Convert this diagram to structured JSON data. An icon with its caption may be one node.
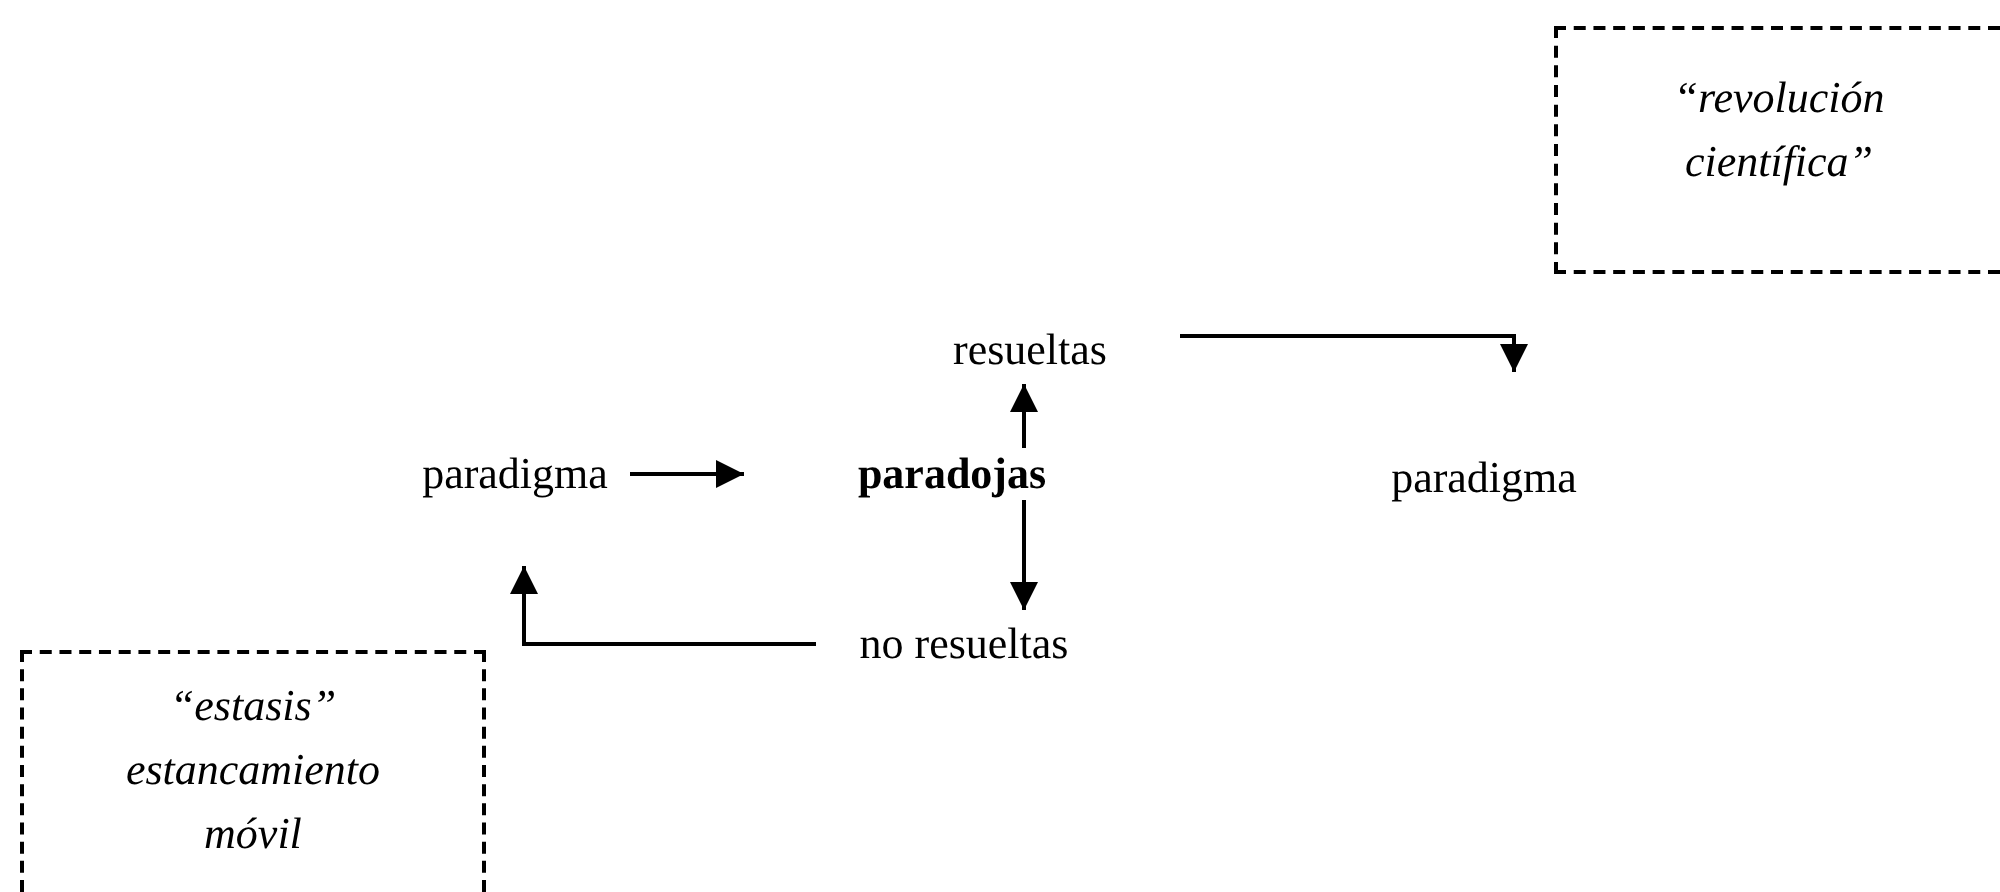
{
  "diagram": {
    "nodes": [
      {
        "text": [
          "paradigma"
        ]
      },
      {
        "text": [
          "paradojas"
        ]
      },
      {
        "text": [
          "resueltas"
        ]
      },
      {
        "text": [
          "no resueltas"
        ]
      },
      {
        "text": [
          "paradigma"
        ]
      },
      {
        "text": [
          "“revolución científica”"
        ]
      },
      {
        "text": [
          "“estasis”",
          "estancamiento móvil"
        ]
      }
    ],
    "edges": [
      {
        "from": 0,
        "to": 1,
        "arrow": "to"
      },
      {
        "from": 1,
        "to": 2,
        "arrow": "to"
      },
      {
        "from": 1,
        "to": 3,
        "arrow": "to"
      },
      {
        "from": 2,
        "to": 4,
        "arrow": "to"
      },
      {
        "from": 3,
        "to": 0,
        "arrow": "to"
      }
    ]
  }
}
